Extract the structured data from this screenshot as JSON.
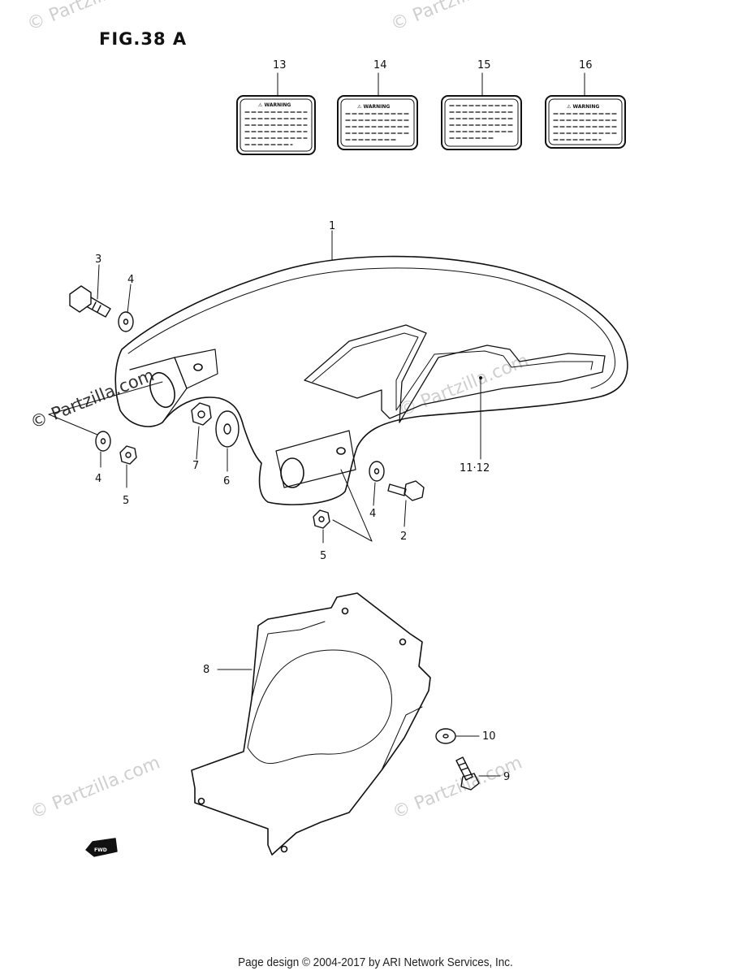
{
  "figure": {
    "title": "FIG.38 A"
  },
  "footer": {
    "text": "Page design © 2004-2017 by ARI Network Services, Inc."
  },
  "watermarks": {
    "text": "© Partzilla.com"
  },
  "callouts": {
    "c1": "1",
    "c2": "2",
    "c3": "3",
    "c4a": "4",
    "c4b": "4",
    "c4c": "4",
    "c5a": "5",
    "c5b": "5",
    "c6": "6",
    "c7": "7",
    "c8": "8",
    "c9": "9",
    "c10": "10",
    "c11": "11·12",
    "c13": "13",
    "c14": "14",
    "c15": "15",
    "c16": "16"
  },
  "labels": {
    "warning": "⚠ WARNING",
    "fwd": "FWD"
  }
}
